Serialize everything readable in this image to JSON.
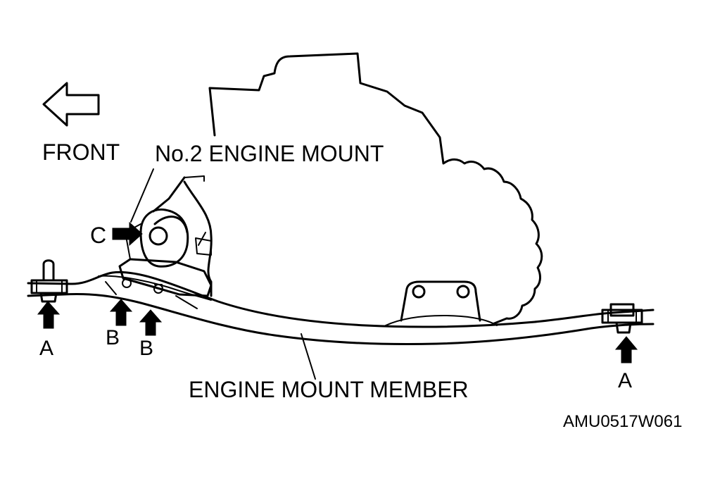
{
  "labels": {
    "front": "FRONT",
    "engine_mount": "No.2 ENGINE MOUNT",
    "member": "ENGINE MOUNT MEMBER",
    "pointer_a": "A",
    "pointer_b": "B",
    "pointer_c": "C",
    "code": "AMU0517W061"
  },
  "icons": {
    "direction": "arrow-left-outline",
    "pointer": "arrow-up-solid"
  },
  "colors": {
    "ink": "#000000",
    "background": "#ffffff"
  }
}
